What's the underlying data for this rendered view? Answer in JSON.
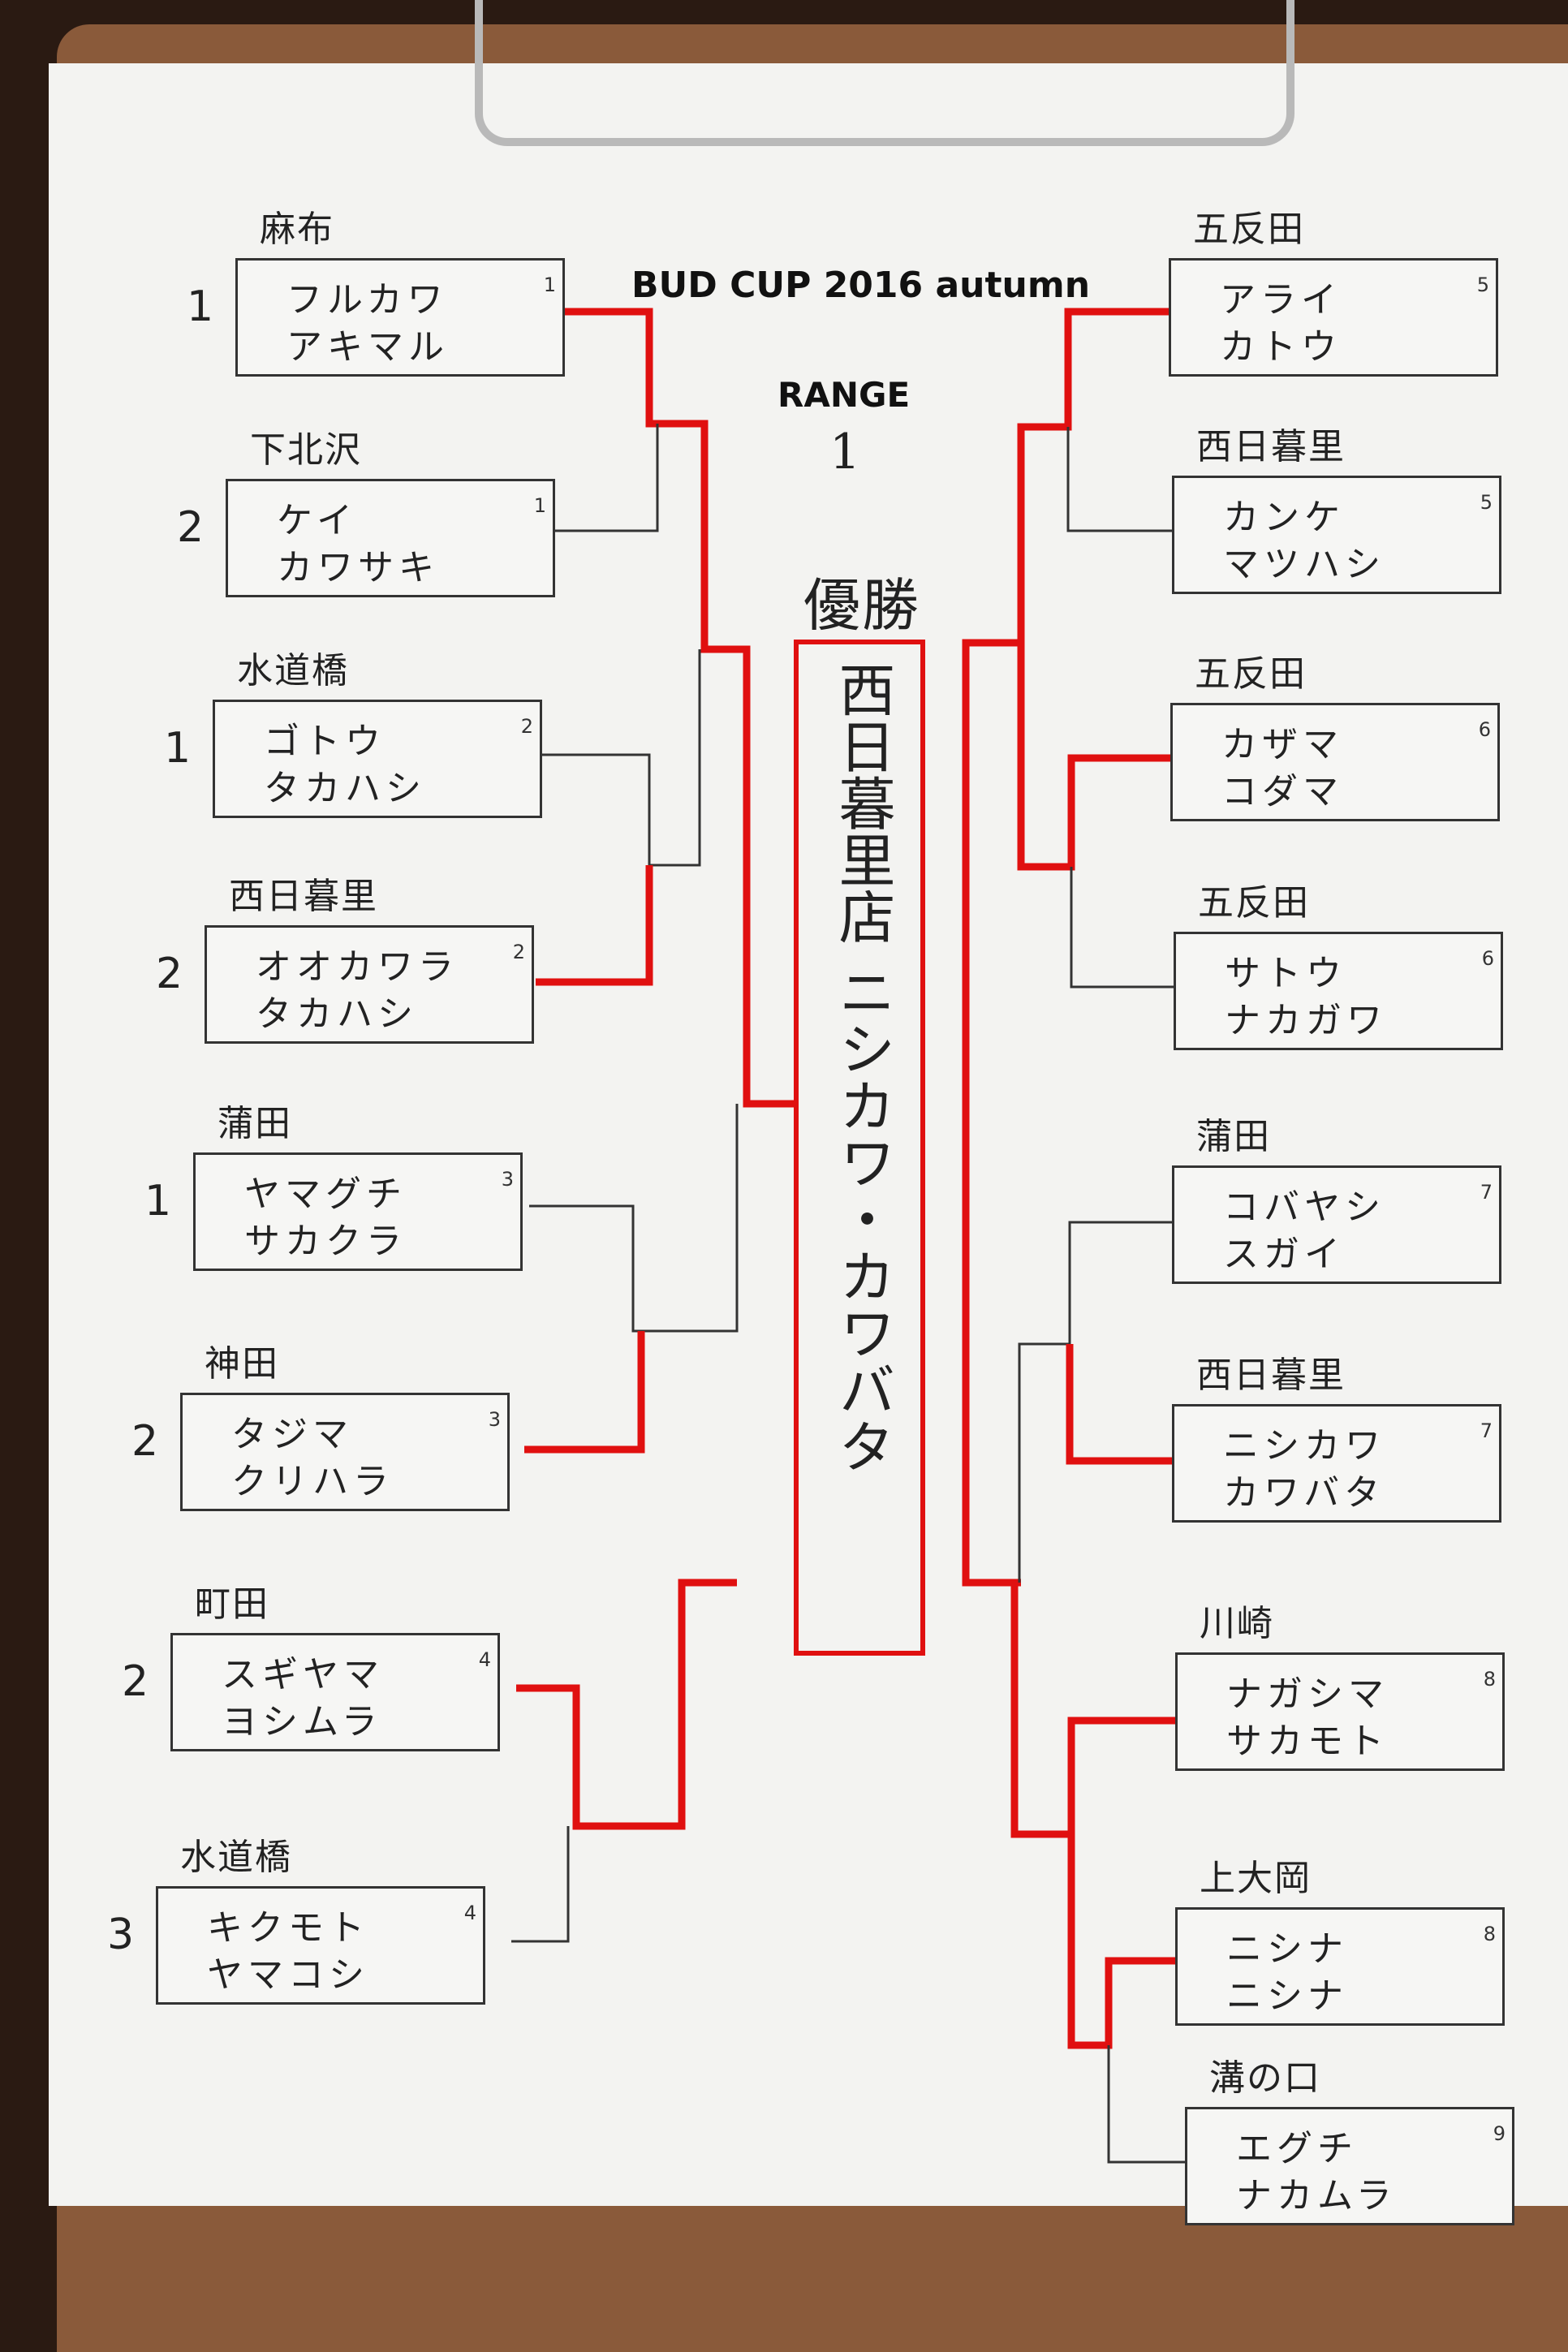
{
  "header": {
    "title": "BUD CUP 2016 autumn",
    "subtitle": "RANGE",
    "court_no": "1"
  },
  "champion": {
    "label": "優勝",
    "name": "西日暮里店 ニシカワ・カワバタ"
  },
  "left_teams": [
    {
      "club": "麻布",
      "p1": "フルカワ",
      "p2": "アキマル",
      "seed": "1",
      "score": "1"
    },
    {
      "club": "下北沢",
      "p1": "ケイ",
      "p2": "カワサキ",
      "seed": "1",
      "score": "2"
    },
    {
      "club": "水道橋",
      "p1": "ゴトウ",
      "p2": "タカハシ",
      "seed": "2",
      "score": "1"
    },
    {
      "club": "西日暮里",
      "p1": "オオカワラ",
      "p2": "タカハシ",
      "seed": "2",
      "score": "2"
    },
    {
      "club": "蒲田",
      "p1": "ヤマグチ",
      "p2": "サカクラ",
      "seed": "3",
      "score": "1"
    },
    {
      "club": "神田",
      "p1": "タジマ",
      "p2": "クリハラ",
      "seed": "3",
      "score": "2"
    },
    {
      "club": "町田",
      "p1": "スギヤマ",
      "p2": "ヨシムラ",
      "seed": "4",
      "score": "2"
    },
    {
      "club": "水道橋",
      "p1": "キクモト",
      "p2": "ヤマコシ",
      "seed": "4",
      "score": "3"
    }
  ],
  "right_teams": [
    {
      "club": "五反田",
      "p1": "アライ",
      "p2": "カトウ",
      "seed": "5"
    },
    {
      "club": "西日暮里",
      "p1": "カンケ",
      "p2": "マツハシ",
      "seed": "5"
    },
    {
      "club": "五反田",
      "p1": "カザマ",
      "p2": "コダマ",
      "seed": "6"
    },
    {
      "club": "五反田",
      "p1": "サトウ",
      "p2": "ナカガワ",
      "seed": "6"
    },
    {
      "club": "蒲田",
      "p1": "コバヤシ",
      "p2": "スガイ",
      "seed": "7"
    },
    {
      "club": "西日暮里",
      "p1": "ニシカワ",
      "p2": "カワバタ",
      "seed": "7"
    },
    {
      "club": "川崎",
      "p1": "ナガシマ",
      "p2": "サカモト",
      "seed": "8"
    },
    {
      "club": "上大岡",
      "p1": "ニシナ",
      "p2": "ニシナ",
      "seed": "8"
    },
    {
      "club": "溝の口",
      "p1": "エグチ",
      "p2": "ナカムラ",
      "seed": "9"
    }
  ],
  "colors": {
    "paper": "#f3f3f1",
    "ink": "#222222",
    "marker": "#e01010",
    "board": "#8a5a3a"
  }
}
